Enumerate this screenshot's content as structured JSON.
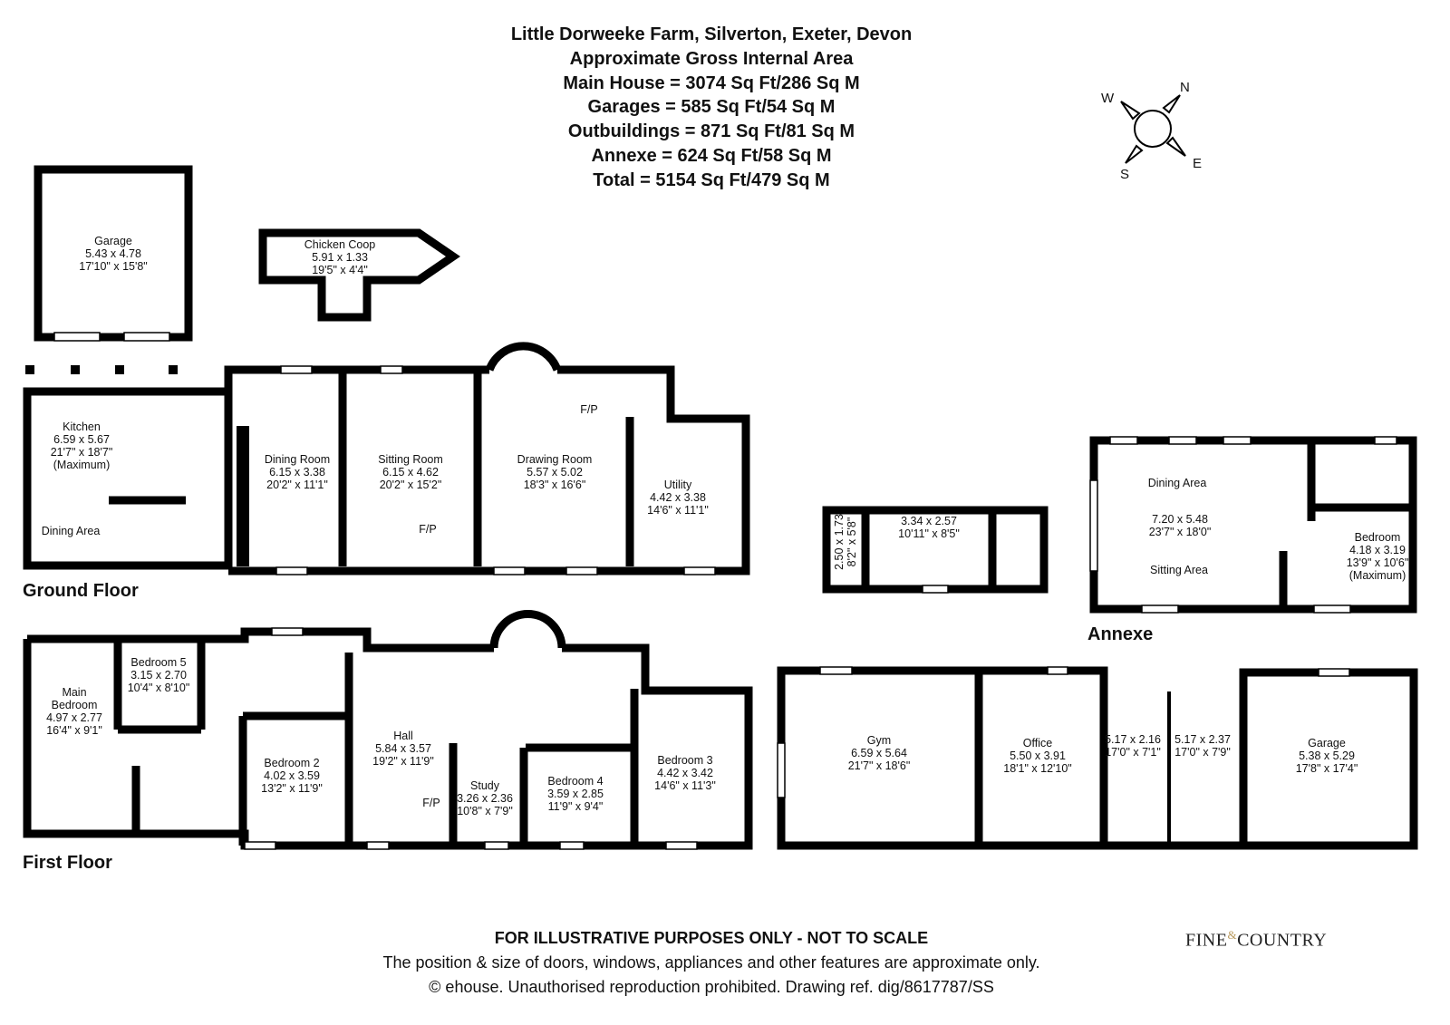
{
  "header": {
    "lines": [
      "Little Dorweeke Farm, Silverton, Exeter, Devon",
      "Approximate Gross Internal Area",
      "Main House = 3074 Sq Ft/286 Sq M",
      "Garages = 585 Sq Ft/54 Sq M",
      "Outbuildings = 871 Sq Ft/81 Sq M",
      "Annexe = 624 Sq Ft/58 Sq M",
      "Total = 5154 Sq Ft/479 Sq M"
    ]
  },
  "compass": {
    "n": "N",
    "e": "E",
    "s": "S",
    "w": "W"
  },
  "sections": {
    "ground": "Ground Floor",
    "first": "First Floor",
    "annexe": "Annexe"
  },
  "rooms": {
    "garage1": {
      "name": "Garage",
      "m": "5.43 x 4.78",
      "ft": "17'10\" x 15'8\""
    },
    "coop": {
      "name": "Chicken Coop",
      "m": "5.91 x 1.33",
      "ft": "19'5\" x 4'4\""
    },
    "kitchen": {
      "name": "Kitchen",
      "m": "6.59 x 5.67",
      "ft": "21'7\" x 18'7\"",
      "note": "(Maximum)"
    },
    "dining_area": {
      "name": "Dining Area"
    },
    "dining_room": {
      "name": "Dining Room",
      "m": "6.15 x 3.38",
      "ft": "20'2\" x 11'1\""
    },
    "sitting_room": {
      "name": "Sitting Room",
      "m": "6.15 x 4.62",
      "ft": "20'2\" x 15'2\""
    },
    "drawing_room": {
      "name": "Drawing Room",
      "m": "5.57 x 5.02",
      "ft": "18'3\" x 16'6\""
    },
    "utility": {
      "name": "Utility",
      "m": "4.42 x 3.38",
      "ft": "14'6\" x 11'1\""
    },
    "fp": "F/P",
    "main_bedroom": {
      "name1": "Main",
      "name2": "Bedroom",
      "m": "4.97 x 2.77",
      "ft": "16'4\" x 9'1\""
    },
    "bedroom5": {
      "name": "Bedroom 5",
      "m": "3.15 x 2.70",
      "ft": "10'4\" x 8'10\""
    },
    "bedroom2": {
      "name": "Bedroom 2",
      "m": "4.02 x 3.59",
      "ft": "13'2\" x 11'9\""
    },
    "hall": {
      "name": "Hall",
      "m": "5.84 x 3.57",
      "ft": "19'2\" x 11'9\""
    },
    "study": {
      "name": "Study",
      "m": "3.26 x 2.36",
      "ft": "10'8\" x 7'9\""
    },
    "bedroom4": {
      "name": "Bedroom 4",
      "m": "3.59 x 2.85",
      "ft": "11'9\" x 9'4\""
    },
    "bedroom3": {
      "name": "Bedroom 3",
      "m": "4.42 x 3.42",
      "ft": "14'6\" x 11'3\""
    },
    "store_a": {
      "m": "2.50 x 1.73",
      "ft": "8'2\" x 5'8\""
    },
    "store_b": {
      "m": "3.34 x 2.57",
      "ft": "10'11\" x 8'5\""
    },
    "gym": {
      "name": "Gym",
      "m": "6.59 x 5.64",
      "ft": "21'7\" x 18'6\""
    },
    "office": {
      "name": "Office",
      "m": "5.50 x 3.91",
      "ft": "18'1\" x 12'10\""
    },
    "bay1": {
      "m": "5.17 x 2.16",
      "ft": "17'0\" x 7'1\""
    },
    "bay2": {
      "m": "5.17 x 2.37",
      "ft": "17'0\" x 7'9\""
    },
    "garage2": {
      "name": "Garage",
      "m": "5.38 x 5.29",
      "ft": "17'8\" x 17'4\""
    },
    "annexe_dining": {
      "name": "Dining Area"
    },
    "annexe_main": {
      "m": "7.20 x 5.48",
      "ft": "23'7\" x 18'0\""
    },
    "annexe_sitting": {
      "name": "Sitting Area"
    },
    "annexe_bedroom": {
      "name": "Bedroom",
      "m": "4.18 x 3.19",
      "ft": "13'9\" x 10'6\"",
      "note": "(Maximum)"
    }
  },
  "footer": {
    "disclaimer": "FOR ILLUSTRATIVE PURPOSES ONLY - NOT TO SCALE",
    "note": "The position & size of doors, windows, appliances and other features are approximate only.",
    "copyright": "© ehouse. Unauthorised reproduction prohibited. Drawing ref. dig/8617787/SS"
  },
  "logo": {
    "text1": "FINE",
    "amp": "&",
    "text2": "COUNTRY"
  }
}
